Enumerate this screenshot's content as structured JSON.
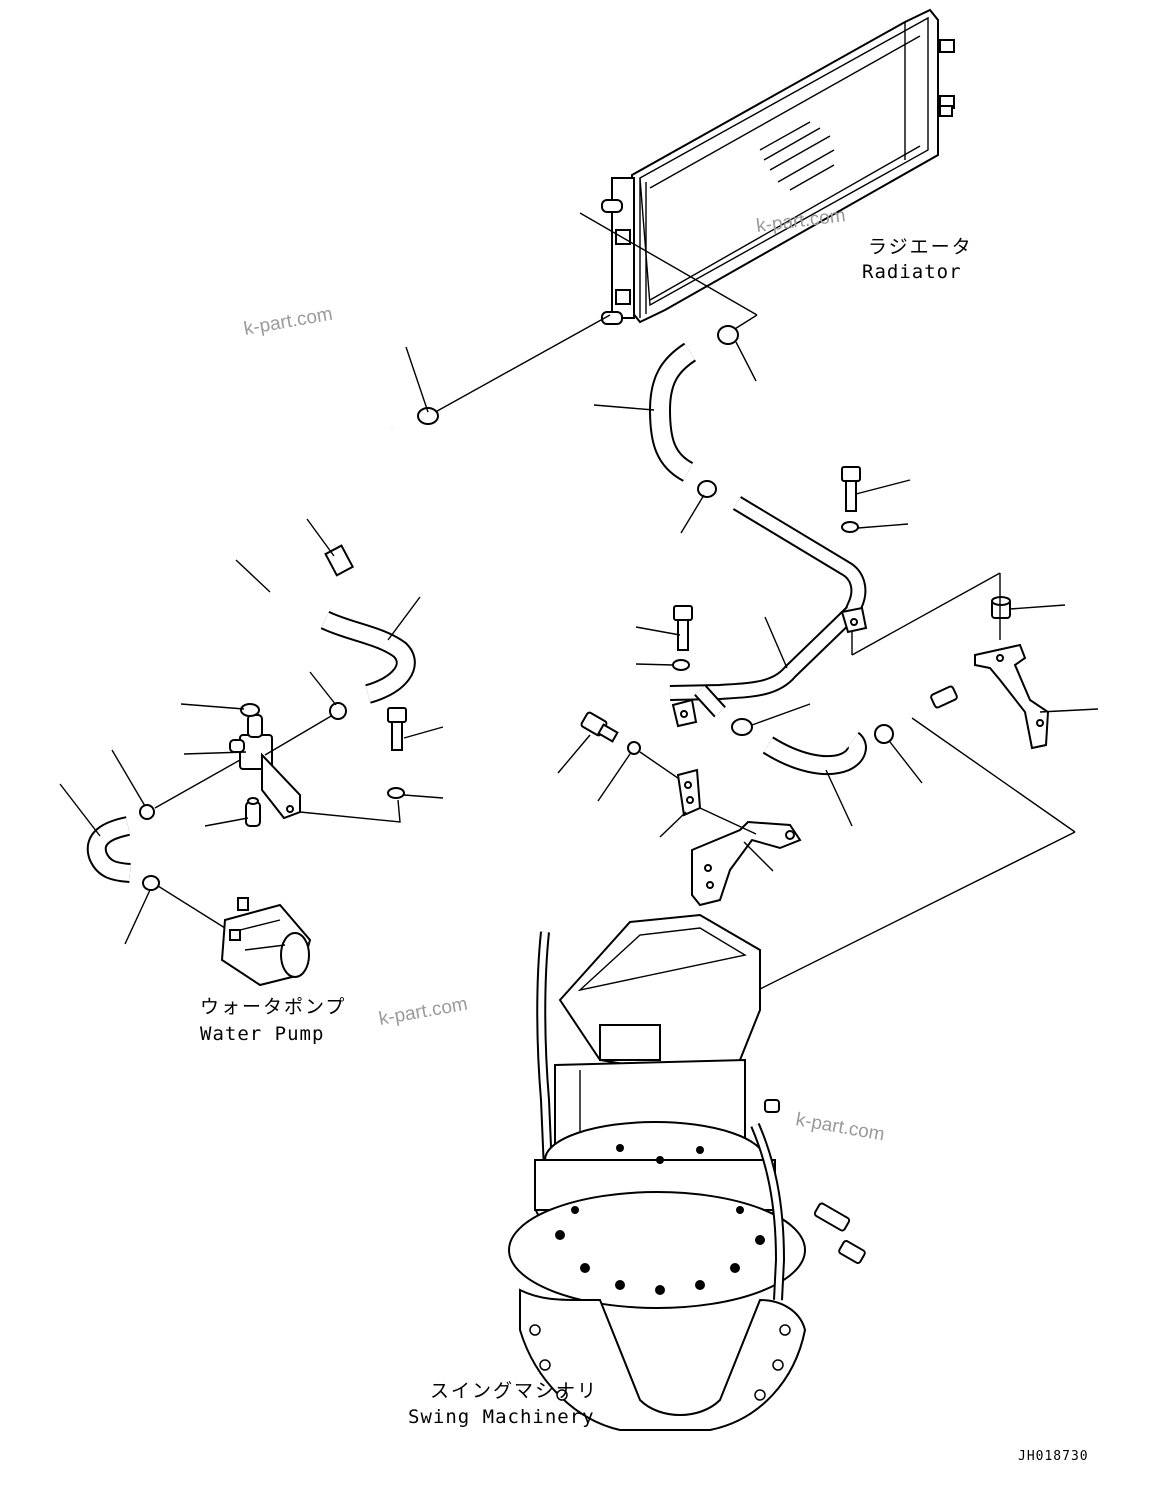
{
  "components": {
    "radiator": {
      "jp": "ラジエータ",
      "en": "Radiator"
    },
    "water_pump": {
      "jp": "ウォータポンプ",
      "en": "Water Pump"
    },
    "swing_machinery": {
      "jp": "スイングマシナリ",
      "en": "Swing Machinery"
    }
  },
  "watermarks": [
    "k-part.com",
    "k-part.com",
    "k-part.com",
    "k-part.com"
  ],
  "drawing_code": "JH018730"
}
